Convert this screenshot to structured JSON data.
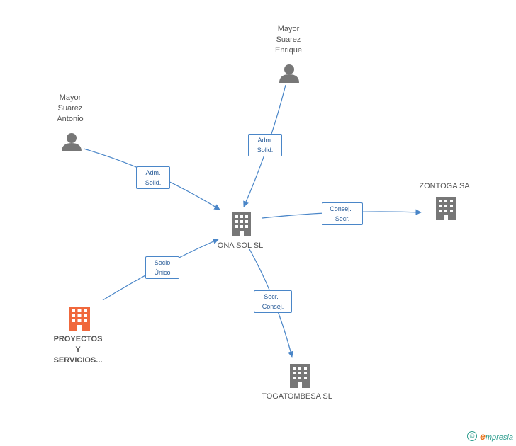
{
  "nodes": {
    "mayor_enrique": {
      "lines": [
        "Mayor",
        "Suarez",
        "Enrique"
      ],
      "type": "person"
    },
    "mayor_antonio": {
      "lines": [
        "Mayor",
        "Suarez",
        "Antonio"
      ],
      "type": "person"
    },
    "ona_sol": {
      "lines": [
        "ONA SOL SL"
      ],
      "type": "company"
    },
    "zontoga": {
      "lines": [
        "ZONTOGA SA"
      ],
      "type": "company"
    },
    "proyectos": {
      "lines": [
        "PROYECTOS",
        "Y",
        "SERVICIOS..."
      ],
      "type": "company-highlight"
    },
    "togatombesa": {
      "lines": [
        "TOGATOMBESA SL"
      ],
      "type": "company"
    }
  },
  "edges": {
    "enrique_ona": [
      "Adm.",
      "Solid."
    ],
    "antonio_ona": [
      "Adm.",
      "Solid."
    ],
    "ona_zontoga": [
      "Consej. ,",
      "Secr."
    ],
    "proyectos_ona": [
      "Socio",
      "Único"
    ],
    "ona_togatombesa": [
      "Secr. ,",
      "Consej."
    ]
  },
  "colors": {
    "edge": "#4a86c8",
    "icon": "#777777",
    "highlight": "#f0683c",
    "brand": "#2f9e8f"
  },
  "footer": {
    "copyright": "©",
    "brand_initial": "e",
    "brand_rest": "mpresia"
  }
}
